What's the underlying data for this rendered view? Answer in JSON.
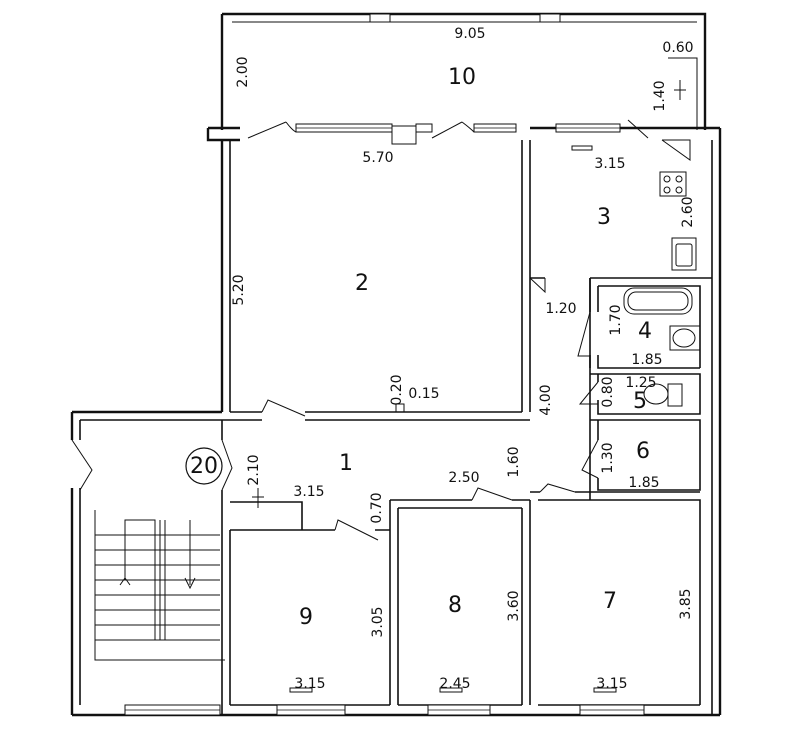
{
  "rooms": [
    {
      "id": "1",
      "label": "1"
    },
    {
      "id": "2",
      "label": "2"
    },
    {
      "id": "3",
      "label": "3"
    },
    {
      "id": "4",
      "label": "4"
    },
    {
      "id": "5",
      "label": "5"
    },
    {
      "id": "6",
      "label": "6"
    },
    {
      "id": "7",
      "label": "7"
    },
    {
      "id": "8",
      "label": "8"
    },
    {
      "id": "9",
      "label": "9"
    },
    {
      "id": "10",
      "label": "10"
    }
  ],
  "stair_badge": "20",
  "dimensions": {
    "balcony_width": "9.05",
    "balcony_depth": "2.00",
    "balcony_small_w": "0.60",
    "balcony_small_h": "1.40",
    "room2_width": "5.70",
    "room2_height": "5.20",
    "room2_niche_h": "0.20",
    "room2_niche_w": "0.15",
    "room3_width": "3.15",
    "room3_height": "2.60",
    "room3_door": "1.20",
    "room4_height": "1.70",
    "room4_width": "1.85",
    "room5_width": "1.25",
    "room5_height": "0.80",
    "corridor_len": "4.00",
    "corridor_w": "1.60",
    "room6_height": "1.30",
    "room6_width": "1.85",
    "hall_height": "2.10",
    "hall_width": "3.15",
    "hall_step": "0.70",
    "hall_door": "2.50",
    "room9_height": "3.05",
    "room9_width": "3.15",
    "room8_height": "3.60",
    "room8_width": "2.45",
    "room7_height": "3.85",
    "room7_width": "3.15"
  }
}
